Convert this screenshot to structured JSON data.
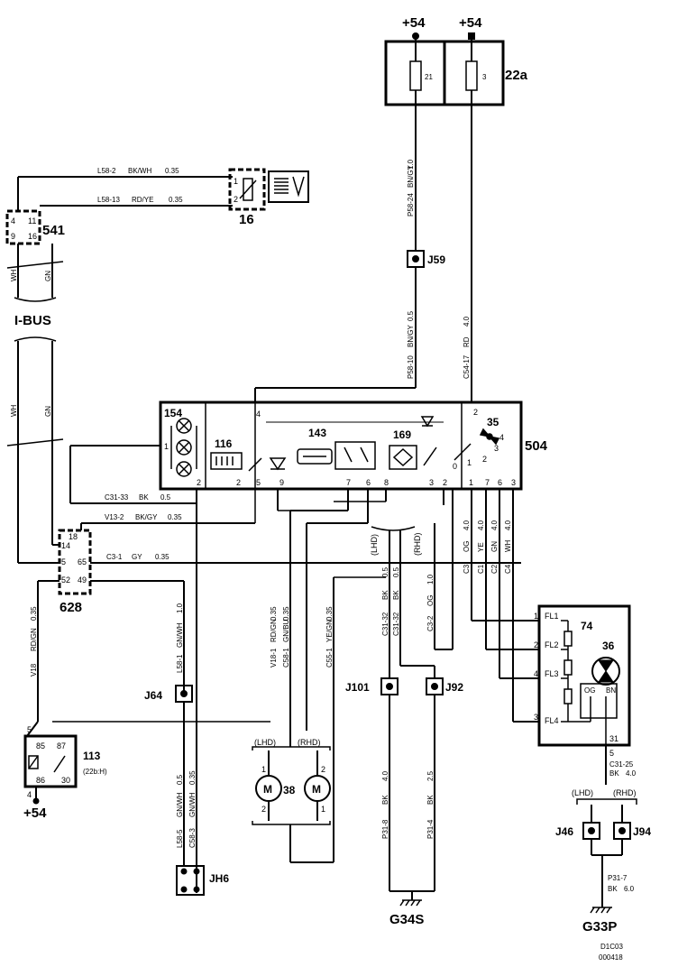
{
  "supplies": {
    "plus54_left": "+54",
    "plus54_right": "+54",
    "plus54_relay": "+54"
  },
  "fuse_box": {
    "id": "22a",
    "fuse_a": "21",
    "fuse_b": "3"
  },
  "components": {
    "c541": "541",
    "c16": "16",
    "c504": "504",
    "c154": "154",
    "c116": "116",
    "c143": "143",
    "c169": "169",
    "c35": "35",
    "c628": "628",
    "c113": "113",
    "c113_sub": "(22b:H)",
    "c74": "74",
    "c36": "36",
    "c38": "38",
    "motor_m": "M",
    "bus": "I-BUS"
  },
  "connectors": {
    "j59": "J59",
    "j64": "J64",
    "j101": "J101",
    "j92": "J92",
    "j46": "J46",
    "j94": "J94",
    "jh6": "JH6"
  },
  "grounds": {
    "g34s": "G34S",
    "g33p": "G33P"
  },
  "variants": {
    "lhd": "(LHD)",
    "rhd": "(RHD)"
  },
  "wires": {
    "w_l58_2": "L58-2",
    "w_bkwh": "BK/WH",
    "w_035a": "0.35",
    "w_l58_13": "L58-13",
    "w_rdye": "RD/YE",
    "w_035b": "0.35",
    "w_wh": "WH",
    "w_gn": "GN",
    "w_wh2": "WH",
    "w_gn2": "GN",
    "w_p58_24": "P58-24",
    "w_bngy": "BN/GY",
    "w_10": "1.0",
    "w_p58_10": "P58-10",
    "w_bngy2": "BN/GY",
    "w_05": "0.5",
    "w_c54_17": "C54-17",
    "w_rd": "RD",
    "w_40": "4.0",
    "w_c31_33": "C31-33",
    "w_bk": "BK",
    "w_05b": "0.5",
    "w_v13_2": "V13-2",
    "w_bkgy": "BK/GY",
    "w_035c": "0.35",
    "w_c3_1": "C3-1",
    "w_gy": "GY",
    "w_035d": "0.35",
    "w_c3": "C3",
    "w_og": "OG",
    "w_c1": "C1",
    "w_ye": "YE",
    "w_c2": "C2",
    "w_gn3": "GN",
    "w_c4": "C4",
    "w_wh3": "WH",
    "w_40a": "4.0",
    "w_40b": "4.0",
    "w_40c": "4.0",
    "w_40d": "4.0",
    "w_v18": "V18",
    "w_rdgn": "RD/GN",
    "w_035e": "0.35",
    "w_l58_1": "L58-1",
    "w_gnwh": "GN/WH",
    "w_10b": "1.0",
    "w_v18_1": "V18-1",
    "w_rdgn2": "RD/GN",
    "w_035f": "0.35",
    "w_c58_1": "C58-1",
    "w_gnbu": "GN/BU",
    "w_035g": "0.35",
    "w_c55_1": "C55-1",
    "w_yegn": "YE/GN",
    "w_035h": "0.35",
    "w_c31_32a": "C31-32",
    "w_bk2": "BK",
    "w_05c": "0.5",
    "w_c31_32b": "C31-32",
    "w_bk3": "BK",
    "w_05d": "0.5",
    "w_c3_2": "C3-2",
    "w_og2": "OG",
    "w_10c": "1.0",
    "w_l58_5": "L58-5",
    "w_gnwh2": "GN/WH",
    "w_05e": "0.5",
    "w_c58_3": "C58-3",
    "w_gnwh3": "GN/WH",
    "w_035i": "0.35",
    "w_p31_8": "P31-8",
    "w_bk4": "BK",
    "w_40e": "4.0",
    "w_p31_4": "P31-4",
    "w_bk5": "BK",
    "w_25": "2.5",
    "w_c31_25": "C31-25",
    "w_bk6": "BK",
    "w_40f": "4.0",
    "w_p31_7": "P31-7",
    "w_bk7": "BK",
    "w_60": "6.0"
  },
  "pins": {
    "p4": "4",
    "p11": "11",
    "p9": "9",
    "p16": "16",
    "p1": "1",
    "p2": "2",
    "fl1": "FL1",
    "fl2": "FL2",
    "fl3": "FL3",
    "fl4": "FL4",
    "og": "OG",
    "bn": "BN",
    "p31": "31",
    "p5": "5",
    "r85": "85",
    "r87": "87",
    "r86": "86",
    "r30": "30",
    "r5": "5",
    "r4": "4",
    "c628_18": "18",
    "c628_14": "14",
    "c628_5": "5",
    "c628_65": "65",
    "c628_52": "52",
    "c628_49": "49",
    "b4": "4",
    "b2": "2",
    "b2b": "2",
    "b5": "5",
    "b9": "9",
    "b7": "7",
    "b6": "6",
    "b8": "8",
    "b3": "3",
    "b2c": "2",
    "b1": "1",
    "b7b": "7",
    "b6b": "6",
    "b3b": "3",
    "b0": "0",
    "b1b": "1",
    "b2d": "2",
    "b3c": "3",
    "b4b": "4",
    "m1a": "1",
    "m2a": "2",
    "m1b": "1",
    "m2b": "2",
    "fl74_1": "1",
    "fl74_2": "2",
    "fl74_4": "4",
    "fl74_3": "3"
  },
  "footer": {
    "code1": "D1C03",
    "code2": "000418"
  }
}
